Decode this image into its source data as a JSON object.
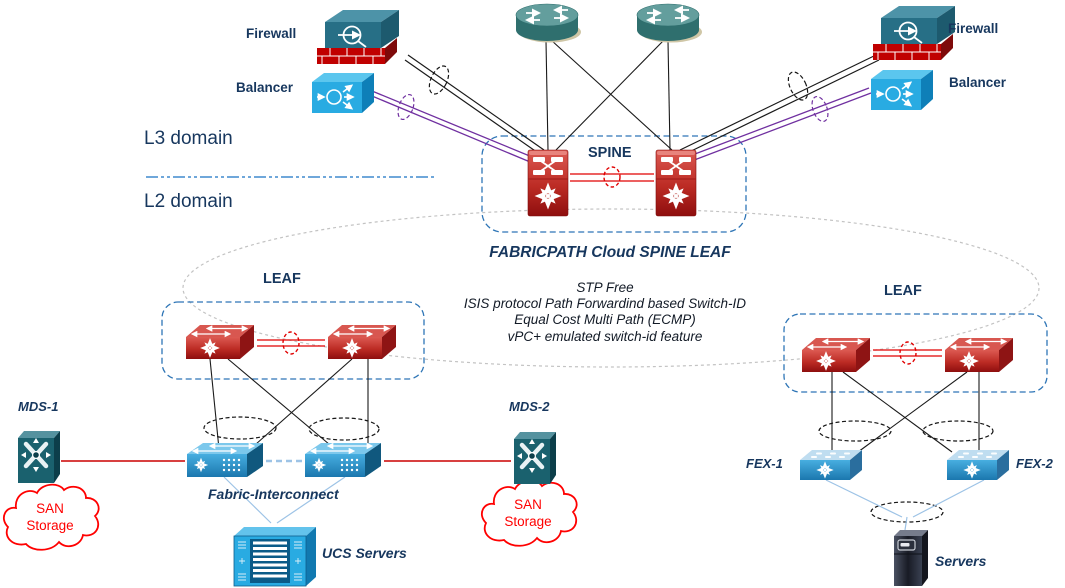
{
  "diagram": {
    "domain_labels": {
      "l3": "L3 domain",
      "l2": "L2 domain"
    },
    "group_labels": {
      "spine": "SPINE",
      "leaf_left": "LEAF",
      "leaf_right": "LEAF"
    },
    "cloud": {
      "title": "FABRICPATH Cloud SPINE LEAF",
      "features": [
        "STP Free",
        "ISIS protocol Path Forwardind based Switch-ID",
        "Equal Cost Multi Path (ECMP)",
        "vPC+ emulated switch-id feature"
      ]
    },
    "device_labels": {
      "firewall_left": "Firewall",
      "firewall_right": "Firewall",
      "balancer_left": "Balancer",
      "balancer_right": "Balancer",
      "mds1": "MDS-1",
      "mds2": "MDS-2",
      "fabric_interconnect": "Fabric-Interconnect",
      "ucs_servers": "UCS Servers",
      "fex1": "FEX-1",
      "fex2": "FEX-2",
      "servers": "Servers"
    },
    "san_storage": {
      "line1": "SAN",
      "line2": "Storage"
    },
    "colors": {
      "nexus_red": "#B51717",
      "link_black": "#1a1a1a",
      "link_purple": "#7030A0",
      "link_red": "#E00000",
      "link_blue": "#9DC3E6",
      "label_navy": "#17375E",
      "san_red": "#FF0000",
      "group_box_blue": "#2E75B6",
      "fabric_cloud_gray": "#C3C3C3",
      "cisco_blue": "#29ABE2",
      "device_teal": "#2E7D8C"
    }
  }
}
